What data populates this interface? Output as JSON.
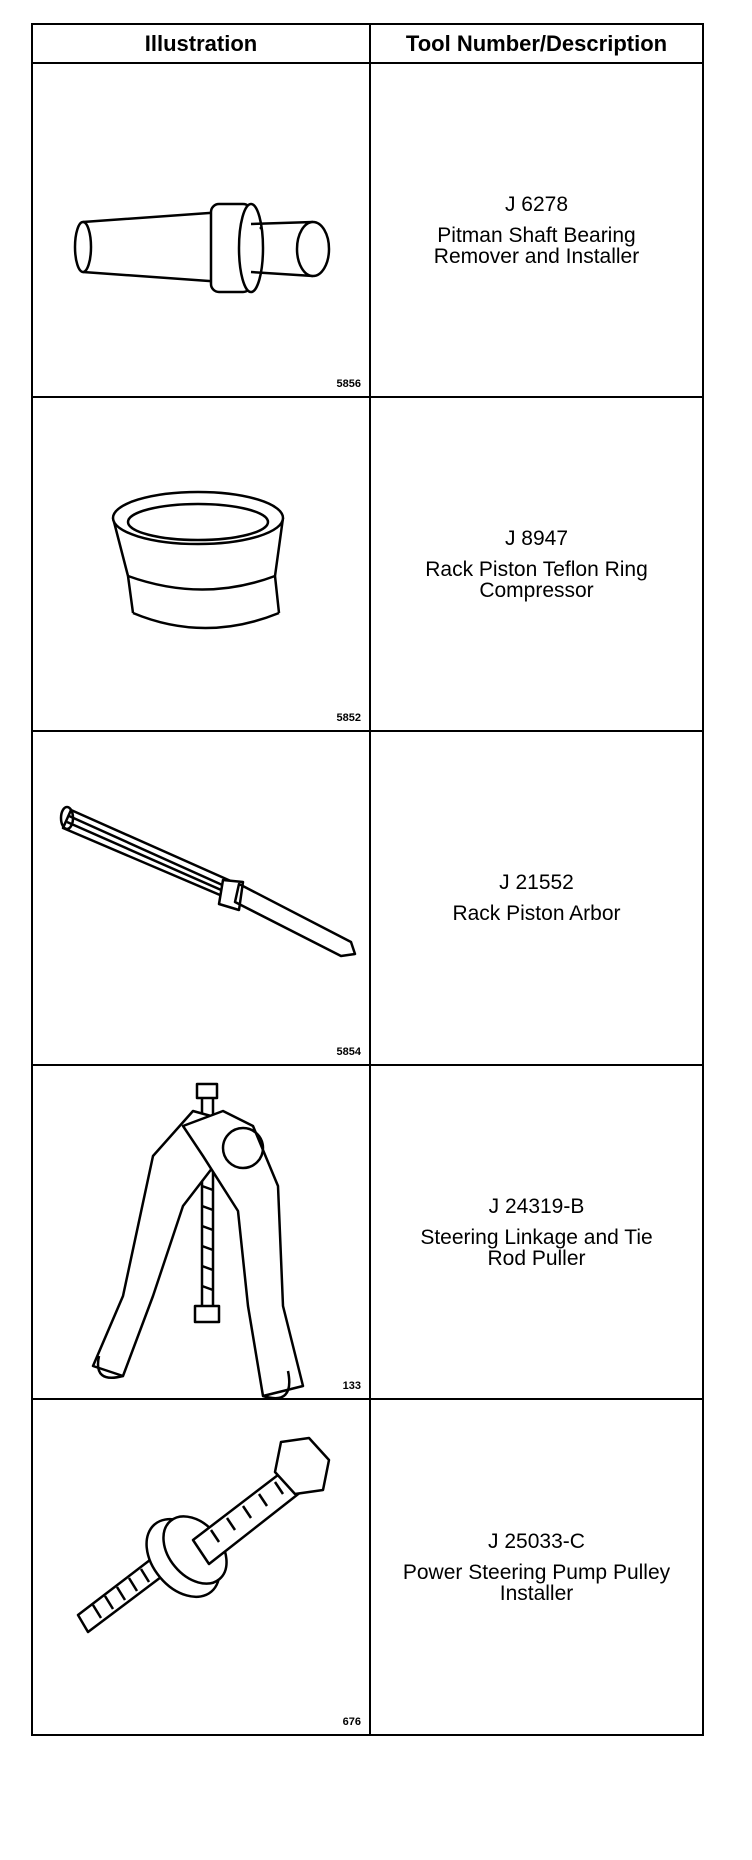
{
  "header": {
    "illustration": "Illustration",
    "tool": "Tool Number/Description"
  },
  "rows": [
    {
      "fig": "5856",
      "number": "J 6278",
      "desc1": "Pitman Shaft Bearing",
      "desc2": "Remover and Installer",
      "icon": "bearing-remover-icon"
    },
    {
      "fig": "5852",
      "number": "J 8947",
      "desc1": "Rack Piston Teflon Ring",
      "desc2": "Compressor",
      "icon": "ring-compressor-icon"
    },
    {
      "fig": "5854",
      "number": "J 21552",
      "desc1": "Rack Piston Arbor",
      "desc2": "",
      "icon": "piston-arbor-icon"
    },
    {
      "fig": "133",
      "number": "J 24319-B",
      "desc1": "Steering Linkage and Tie",
      "desc2": "Rod Puller",
      "icon": "tie-rod-puller-icon"
    },
    {
      "fig": "676",
      "number": "J 25033-C",
      "desc1": "Power Steering Pump Pulley",
      "desc2": "Installer",
      "icon": "pulley-installer-icon"
    }
  ]
}
